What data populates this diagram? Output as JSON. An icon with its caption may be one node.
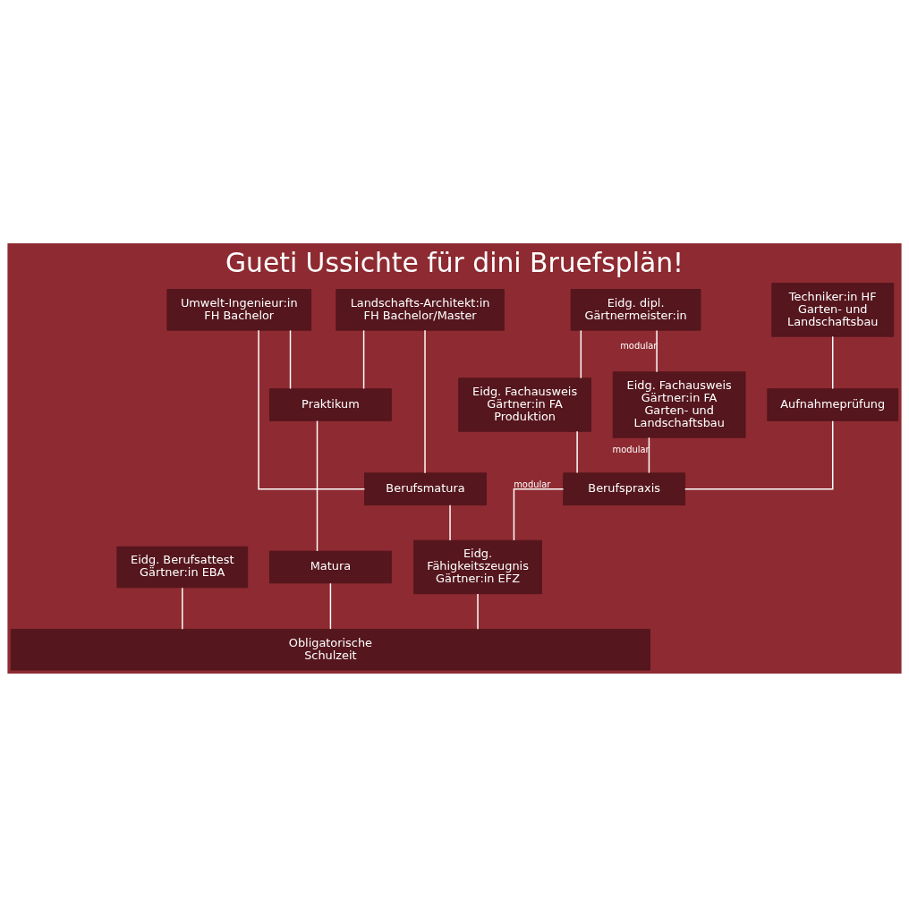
{
  "diagram": {
    "title": "Gueti Ussichte für dini Bruefsplän!",
    "nodes": [
      {
        "text": [
          "Eidg. dipl. Gärtnermeister:in"
        ]
      },
      {
        "text": [
          "Techniker:in HF Garten- und Landschaftsbau"
        ]
      },
      {
        "text": [
          "Umwelt-Ingenieur:in FH Bachelor"
        ]
      },
      {
        "text": [
          "Landschafts-Architekt:in FH Bachelor/Master"
        ]
      },
      {
        "text": [
          "Eidg. Fachausweis Gärtner:in FA Garten- und Landschaftsbau"
        ]
      },
      {
        "text": [
          "Eidg. Fachausweis Gärtner:in FA Produktion"
        ]
      },
      {
        "text": [
          "Aufnahmeprüfung"
        ]
      },
      {
        "text": [
          "Berufspraxis"
        ]
      },
      {
        "text": [
          "Berufsmatura"
        ]
      },
      {
        "text": [
          "Praktikum"
        ]
      },
      {
        "text": [
          "Eidg. Berufsattest Gärtner:in EBA"
        ]
      },
      {
        "text": [
          "Eidg. Fähigkeitszeugnis Gärtner:in EFZ"
        ]
      },
      {
        "text": [
          "Matura"
        ]
      },
      {
        "text": [
          "Obligatorische Schulzeit"
        ]
      }
    ],
    "edges": [
      {
        "from": 0,
        "to": 4,
        "arrow": "none",
        "label": "modular"
      },
      {
        "from": 0,
        "to": 5,
        "arrow": "none"
      },
      {
        "from": 1,
        "to": 6,
        "arrow": "none"
      },
      {
        "from": 2,
        "to": 8,
        "arrow": "none"
      },
      {
        "from": 3,
        "to": 8,
        "arrow": "none"
      },
      {
        "from": 2,
        "to": 9,
        "arrow": "none"
      },
      {
        "from": 3,
        "to": 9,
        "arrow": "none"
      },
      {
        "from": 4,
        "to": 7,
        "arrow": "none",
        "label": "modular"
      },
      {
        "from": 5,
        "to": 7,
        "arrow": "none"
      },
      {
        "from": 6,
        "to": 7,
        "arrow": "none"
      },
      {
        "from": 7,
        "to": 11,
        "arrow": "none",
        "label": "modular"
      },
      {
        "from": 8,
        "to": 11,
        "arrow": "none"
      },
      {
        "from": 9,
        "to": 12,
        "arrow": "none"
      },
      {
        "from": 10,
        "to": 13,
        "arrow": "none"
      },
      {
        "from": 11,
        "to": 13,
        "arrow": "none"
      },
      {
        "from": 12,
        "to": 13,
        "arrow": "none"
      }
    ]
  }
}
